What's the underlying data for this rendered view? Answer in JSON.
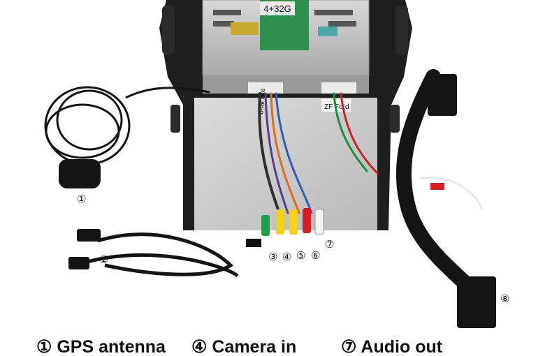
{
  "photo": {
    "unit_label": "4+32G",
    "connector_label_left": "onal line",
    "connector_label_right": "ZF Ford",
    "palette": {
      "chassis": "#1e1e1e",
      "panel": "#cfcfcf",
      "board": "#2f8f4e",
      "cable": "#141414",
      "rca_green": "#1f9e4a",
      "rca_yellow": "#f2d21a",
      "rca_red": "#d81e22",
      "rca_white": "#f4f4f4"
    }
  },
  "callouts": [
    {
      "id": "1",
      "text": "①"
    },
    {
      "id": "2",
      "text": "②"
    },
    {
      "id": "3",
      "text": "③"
    },
    {
      "id": "4",
      "text": "④"
    },
    {
      "id": "5",
      "text": "⑤"
    },
    {
      "id": "6",
      "text": "⑥"
    },
    {
      "id": "7",
      "text": "⑦"
    },
    {
      "id": "8",
      "text": "⑧"
    }
  ],
  "legend": [
    {
      "text": "① GPS antenna"
    },
    {
      "text": "④ Camera in"
    },
    {
      "text": "⑦ Audio out"
    }
  ]
}
